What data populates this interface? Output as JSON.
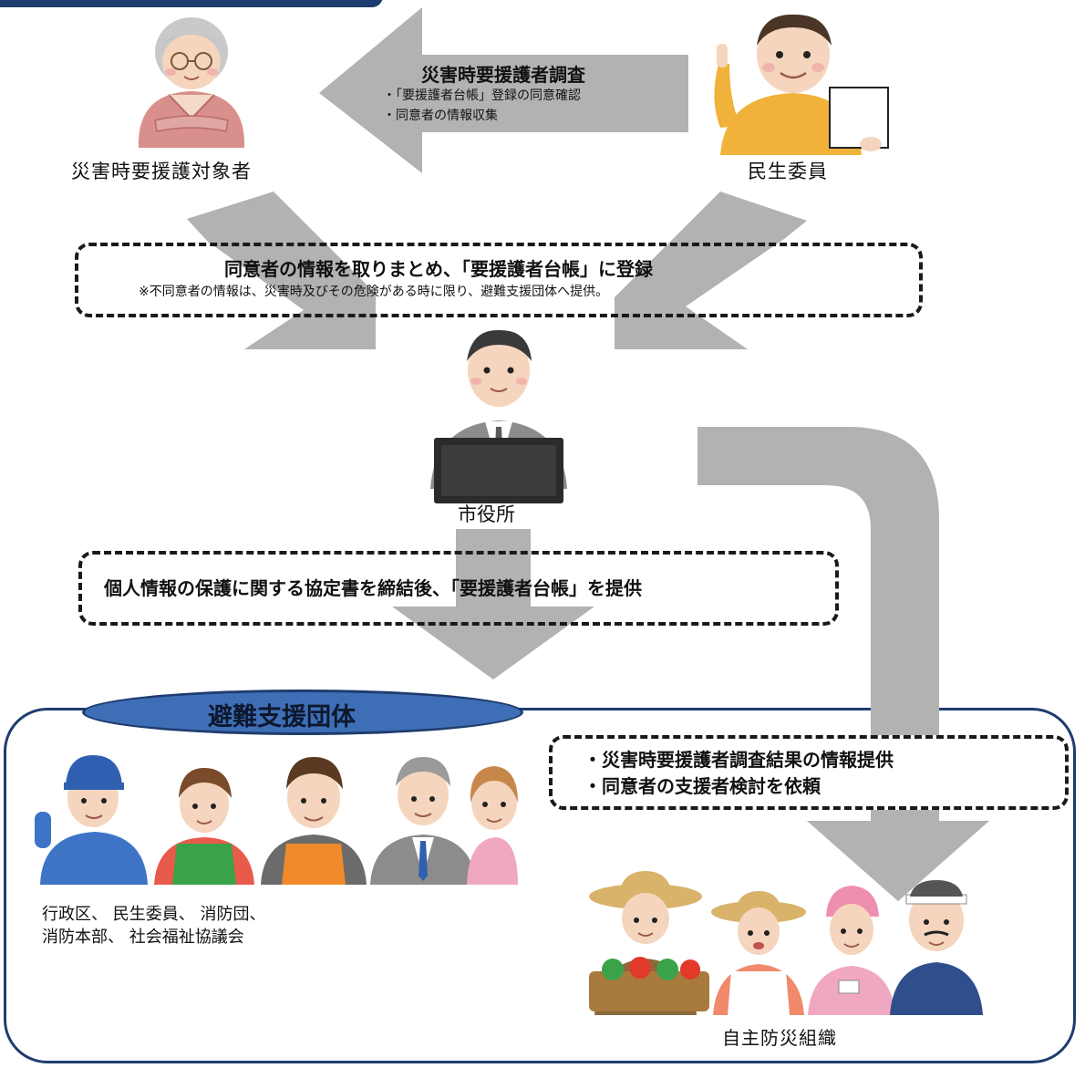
{
  "survey": {
    "title": "災害時要援護者調査",
    "items": [
      "・「要援護者台帳」登録の同意確認",
      "・同意者の情報収集"
    ]
  },
  "people": {
    "target_label": "災害時要援護対象者",
    "minsei_label": "民生委員",
    "cityhall_label": "市役所",
    "jishu_label": "自主防災組織"
  },
  "registration": {
    "main": "同意者の情報を取りまとめ、「要援護者台帳」に登録",
    "note": "※不同意者の情報は、災害時及びその危険がある時に限り、避難支援団体へ提供。"
  },
  "agreement": {
    "text": "個人情報の保護に関する協定書を締結後、「要援護者台帳」を提供"
  },
  "support_group": {
    "title": "避難支援団体",
    "members": "行政区、 民生委員、 消防団、\n消防本部、 社会福祉協議会"
  },
  "info_request": {
    "items": [
      "・災害時要援護者調査結果の情報提供",
      "・同意者の支援者検討を依頼"
    ]
  },
  "colors": {
    "arrow": "#b2b2b2",
    "group_border": "#1f3c6e",
    "ellipse_fill": "#3e6fb6",
    "banner": "#1f3c6e"
  }
}
